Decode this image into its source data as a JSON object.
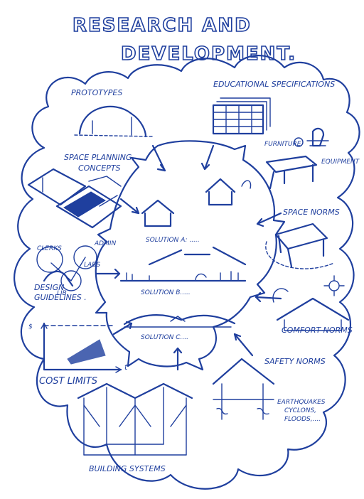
{
  "title_line1": "RESEARCH AND",
  "title_line2": "DEVELOPMENT.",
  "labels": {
    "prototypes": "PROTOTYPES",
    "educational_specifications": "EDUCATIONAL SPECIFICATIONS",
    "furniture": "FURNITURE",
    "equipment": "EQUIPMENT",
    "space_planning_1": "SPACE PLANNING",
    "space_planning_2": "CONCEPTS",
    "space_norms": "SPACE NORMS",
    "solution_a": "SOLUTION A: .....",
    "solution_b": "SOLUTION B.....",
    "solution_c": "SOLUTION C....",
    "design_guidelines_1": "DESIGN",
    "design_guidelines_2": "GUIDELINES .",
    "comfort_norms": "COMFORT NORMS",
    "safety_norms": "SAFETY NORMS",
    "cost_limits": "COST LIMITS",
    "t_axis": "t",
    "dollar": "$",
    "earthquakes_1": "EARTHQUAKES",
    "earthquakes_2": "CYCLONS,",
    "earthquakes_3": "FLOODS,....",
    "building_systems": "BUILDING SYSTEMS",
    "clerks": "CLERKS",
    "admin": "ADMIN",
    "labs": "LABS",
    "lib": "LIB."
  }
}
